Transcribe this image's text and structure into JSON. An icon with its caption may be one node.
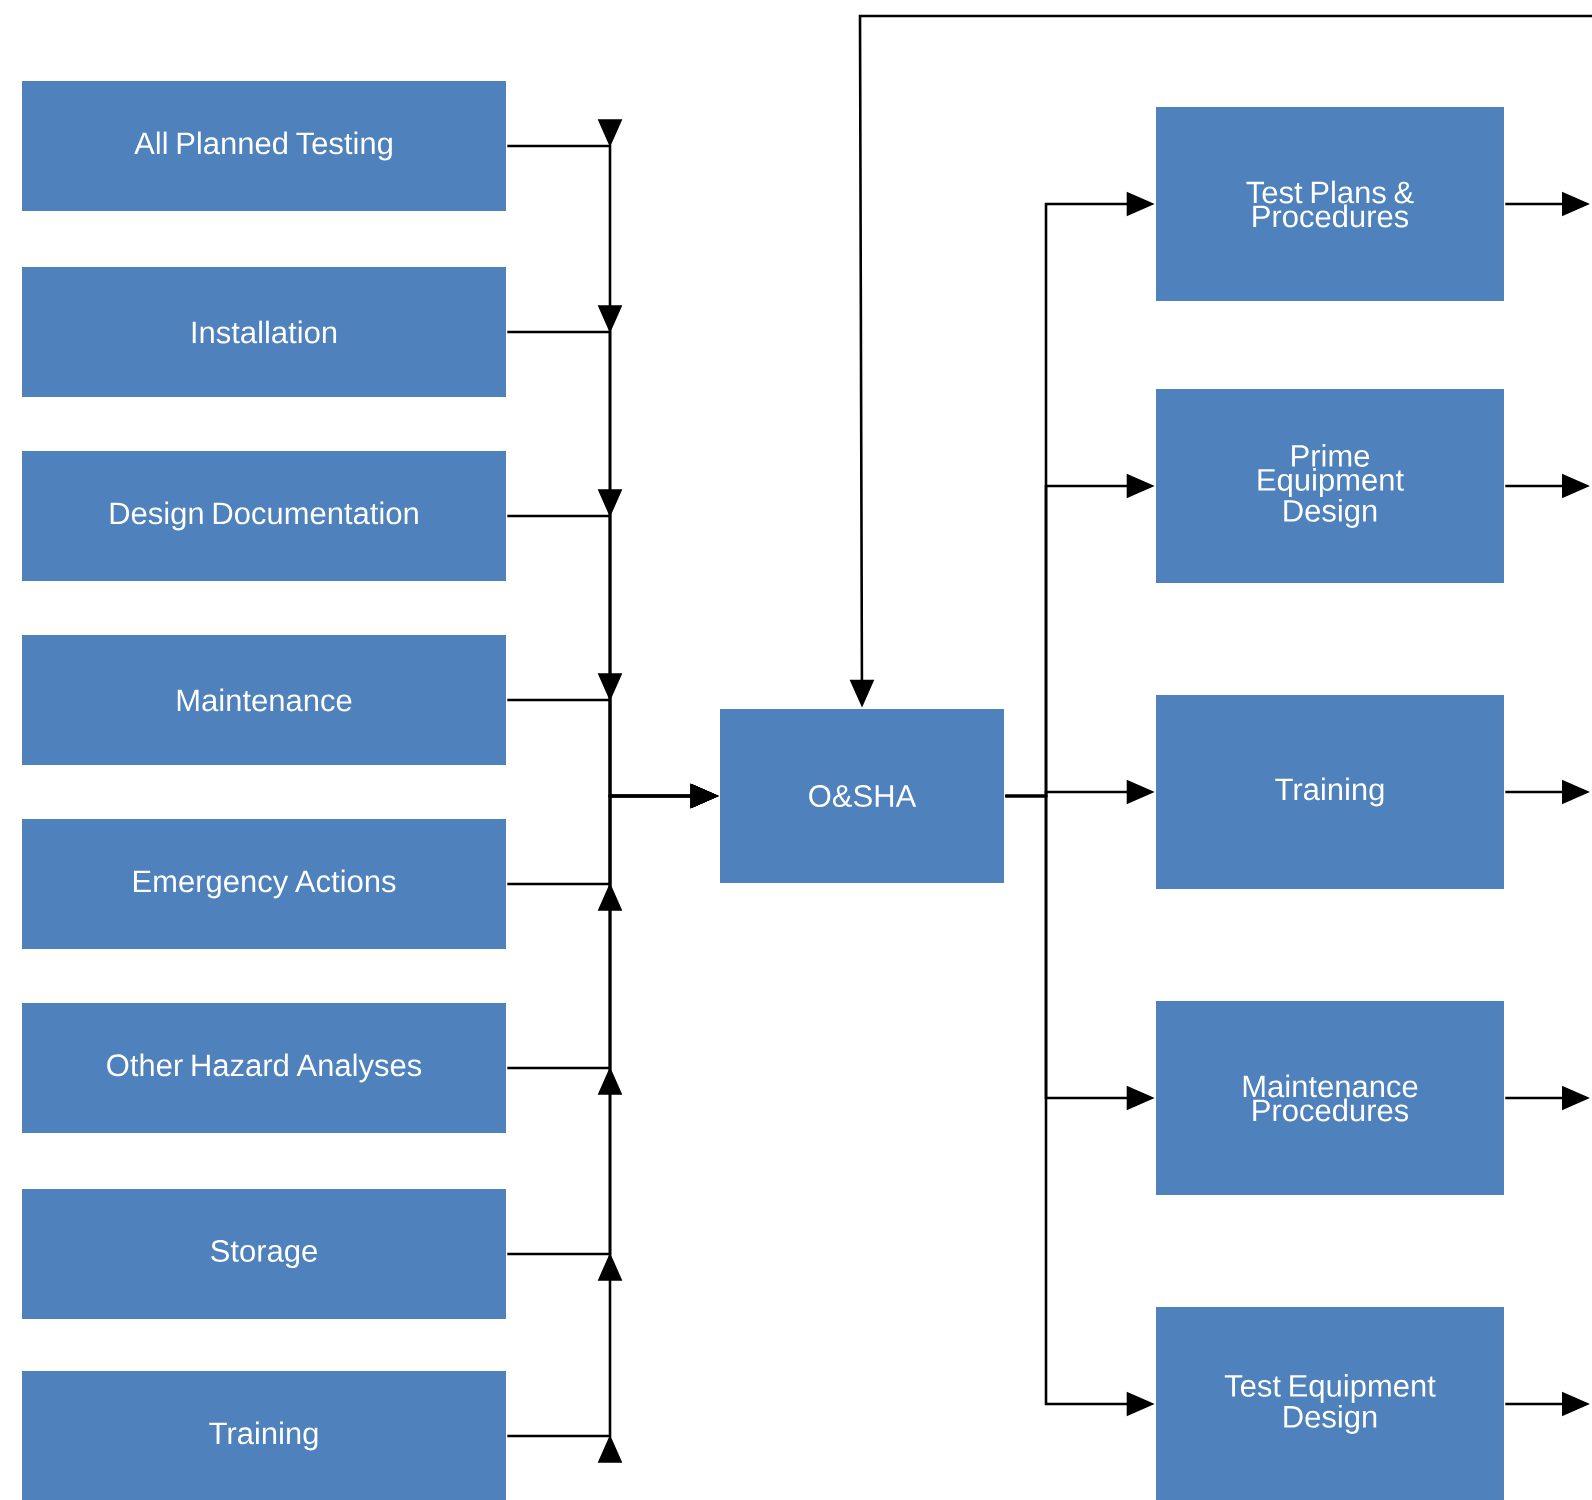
{
  "diagram": {
    "nodes": [
      {
        "text": [
          "All Planned Testing"
        ]
      },
      {
        "text": [
          "Installation"
        ]
      },
      {
        "text": [
          "Design Documentation"
        ]
      },
      {
        "text": [
          "Maintenance"
        ]
      },
      {
        "text": [
          "Emergency Actions"
        ]
      },
      {
        "text": [
          "Other Hazard Analyses"
        ]
      },
      {
        "text": [
          "Storage"
        ]
      },
      {
        "text": [
          "Training"
        ]
      },
      {
        "text": [
          "O&SHA"
        ]
      },
      {
        "text": [
          "Test Plans & Procedures"
        ]
      },
      {
        "text": [
          "Prime Equipment Design"
        ]
      },
      {
        "text": [
          "Training"
        ]
      },
      {
        "text": [
          "Maintenance Procedures"
        ]
      },
      {
        "text": [
          "Test Equipment Design"
        ]
      }
    ],
    "edges": [
      {
        "from": 0,
        "to": 8,
        "arrow": "to"
      },
      {
        "from": 1,
        "to": 8,
        "arrow": "to"
      },
      {
        "from": 2,
        "to": 8,
        "arrow": "to"
      },
      {
        "from": 3,
        "to": 8,
        "arrow": "to"
      },
      {
        "from": 4,
        "to": 8,
        "arrow": "to"
      },
      {
        "from": 5,
        "to": 8,
        "arrow": "to"
      },
      {
        "from": 6,
        "to": 8,
        "arrow": "to"
      },
      {
        "from": 7,
        "to": 8,
        "arrow": "to"
      },
      {
        "from": 8,
        "to": 9,
        "arrow": "to"
      },
      {
        "from": 8,
        "to": 10,
        "arrow": "to"
      },
      {
        "from": 8,
        "to": 11,
        "arrow": "to"
      },
      {
        "from": 8,
        "to": 12,
        "arrow": "to"
      },
      {
        "from": 8,
        "to": 13,
        "arrow": "to"
      },
      {
        "from": 9,
        "to": null,
        "arrow": "to"
      },
      {
        "from": 10,
        "to": null,
        "arrow": "to"
      },
      {
        "from": 11,
        "to": null,
        "arrow": "to"
      },
      {
        "from": 12,
        "to": null,
        "arrow": "to"
      },
      {
        "from": 13,
        "to": null,
        "arrow": "to"
      },
      {
        "from": null,
        "to": 8,
        "arrow": "to"
      }
    ]
  }
}
